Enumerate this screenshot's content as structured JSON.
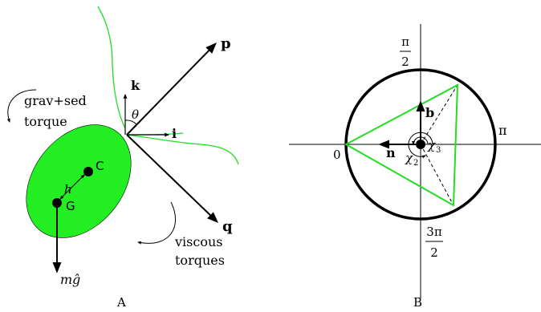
{
  "colors": {
    "green_fill": "#22ee22",
    "green_line": "#22dd22",
    "ink": "#000000"
  },
  "panel_a": {
    "caption": "A",
    "grav_label_line1": "grav+sed",
    "grav_label_line2": "torque",
    "viscous_label_line1": "viscous",
    "viscous_label_line2": "torques",
    "vec_p": "p",
    "vec_q": "q",
    "vec_k": "k",
    "vec_i": "i",
    "angle_theta": "θ",
    "point_c": "C",
    "point_g": "G",
    "dist_h": "h",
    "weight_m": "m",
    "weight_g": "ĝ"
  },
  "panel_b": {
    "caption": "B",
    "tick_top_num": "π",
    "tick_top_den": "2",
    "tick_right": "π",
    "tick_left": "0",
    "tick_bottom_num": "3π",
    "tick_bottom_den": "2",
    "vec_b": "b",
    "vec_n": "n",
    "chi2": "χ",
    "chi2_sub": "2",
    "chi3": "χ",
    "chi3_sub": "3"
  }
}
